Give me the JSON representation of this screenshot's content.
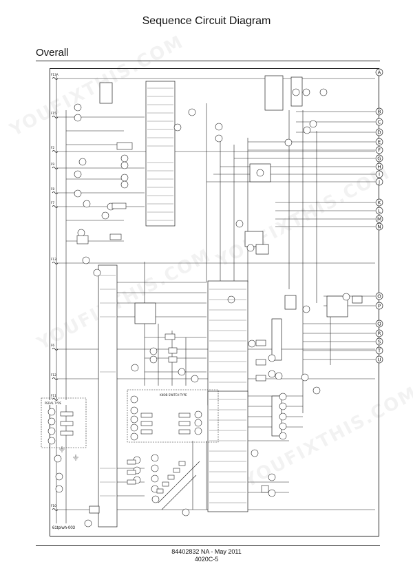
{
  "header": {
    "title": "Sequence Circuit Diagram",
    "section": "Overall"
  },
  "footer": {
    "doc": "84402832 NA - May 2011",
    "page": "4020C-5"
  },
  "diagram": {
    "reference": "61tp/wh-003",
    "connection_labels": [
      "A",
      "B",
      "C",
      "D",
      "E",
      "F",
      "G",
      "H",
      "I",
      "J",
      "K",
      "L",
      "M",
      "N",
      "O",
      "P",
      "Q",
      "R",
      "S",
      "T",
      "U"
    ],
    "fuse_labels": [
      "F13A",
      "F15",
      "F2",
      "F9",
      "F8",
      "F7",
      "F13",
      "F6",
      "F12",
      "F11",
      "F10"
    ],
    "boxes": {
      "pedal": "PEDAL TYPE",
      "knob": "KNOB SWITCH TYPE"
    }
  },
  "watermark": {
    "text": "YOUFIXTHIS.COM"
  }
}
